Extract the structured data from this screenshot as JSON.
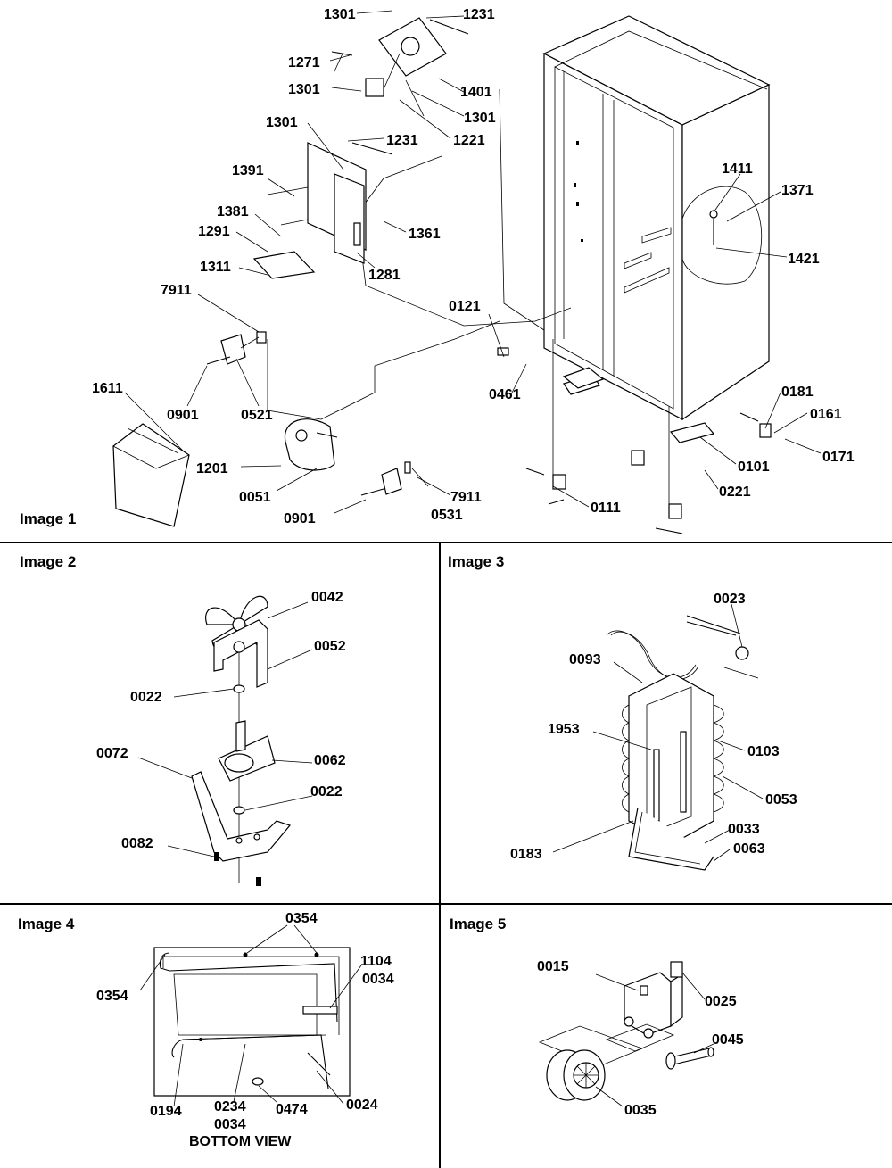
{
  "panels": {
    "image1": {
      "title": "Image 1"
    },
    "image2": {
      "title": "Image 2"
    },
    "image3": {
      "title": "Image 3"
    },
    "image4": {
      "title": "Image 4",
      "caption": "BOTTOM VIEW"
    },
    "image5": {
      "title": "Image 5"
    }
  },
  "labels": {
    "p1301a": "1301",
    "p1231a": "1231",
    "p1271": "1271",
    "p1301b": "1301",
    "p1401": "1401",
    "p1301c": "1301",
    "p1221": "1221",
    "p1301d": "1301",
    "p1231b": "1231",
    "p1391": "1391",
    "p1381": "1381",
    "p1291": "1291",
    "p1361": "1361",
    "p1311": "1311",
    "p1281": "1281",
    "p7911a": "7911",
    "p0901a": "0901",
    "p0521": "0521",
    "p1611": "1611",
    "p1201": "1201",
    "p0051": "0051",
    "p0901b": "0901",
    "p0531": "0531",
    "p7911b": "7911",
    "p0121": "0121",
    "p0461": "0461",
    "p0111": "0111",
    "p0101": "0101",
    "p0221": "0221",
    "p0181": "0181",
    "p0161": "0161",
    "p0171": "0171",
    "p1411": "1411",
    "p1371": "1371",
    "p1421": "1421",
    "p0042": "0042",
    "p0052": "0052",
    "p0022a": "0022",
    "p0072": "0072",
    "p0062": "0062",
    "p0022b": "0022",
    "p0082": "0082",
    "p0023": "0023",
    "p0093": "0093",
    "p1953": "1953",
    "p0103": "0103",
    "p0053": "0053",
    "p0033": "0033",
    "p0063": "0063",
    "p0183": "0183",
    "p0354a": "0354",
    "p0354b": "0354",
    "p1104": "1104",
    "p0034a": "0034",
    "p0194": "0194",
    "p0234": "0234",
    "p0034b": "0034",
    "p0474": "0474",
    "p0024": "0024",
    "p0015": "0015",
    "p0025": "0025",
    "p0045": "0045",
    "p0035": "0035"
  }
}
